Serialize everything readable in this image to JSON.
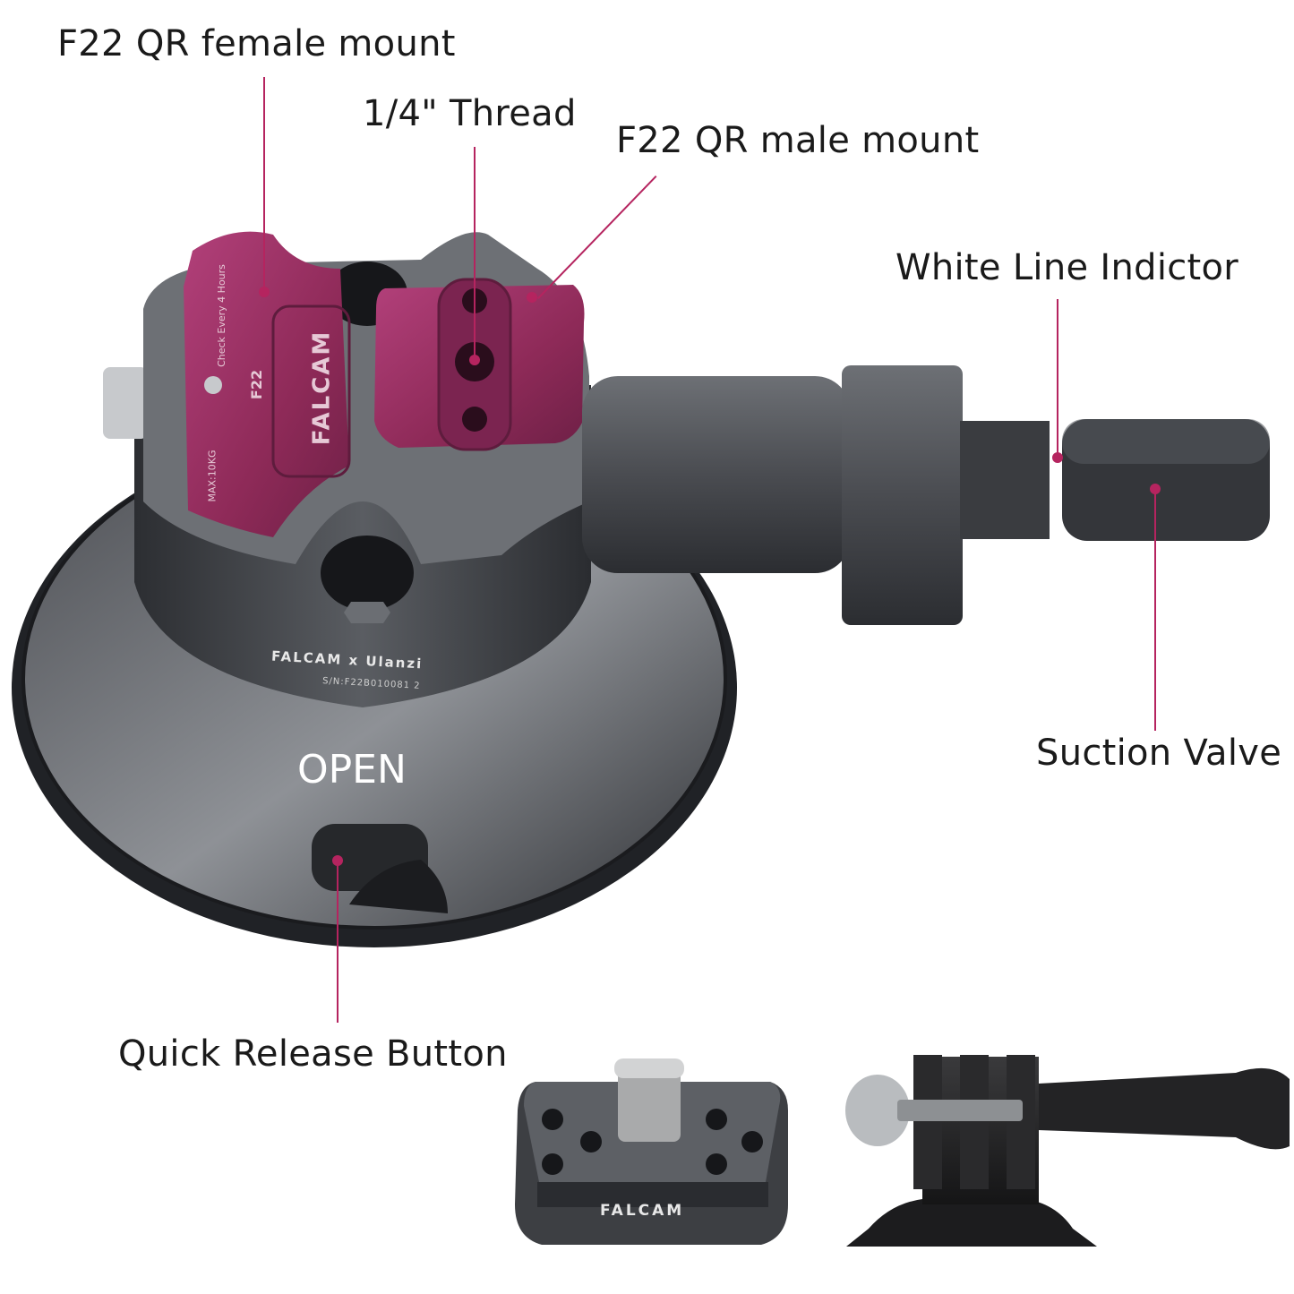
{
  "callouts": {
    "female_mount": "F22 QR female mount",
    "thread": "1/4\" Thread",
    "male_mount": "F22 QR male mount",
    "white_line": "White Line Indictor",
    "suction_valve": "Suction Valve",
    "quick_release": "Quick Release Button"
  },
  "product_text": {
    "brand_plate": "FALCAM",
    "model": "F22",
    "check_note": "Check Every 4 Hours",
    "max_load": "MAX:10KG",
    "body_brand": "FALCAM x Ulanzi",
    "serial": "S/N:F22B010081 2",
    "open_label": "OPEN",
    "accessory_brand": "FALCAM"
  },
  "colors": {
    "accent": "#b5245f",
    "plate_magenta": "#9c2f62",
    "body_dark": "#3b3d41",
    "body_mid": "#6b6e73"
  }
}
